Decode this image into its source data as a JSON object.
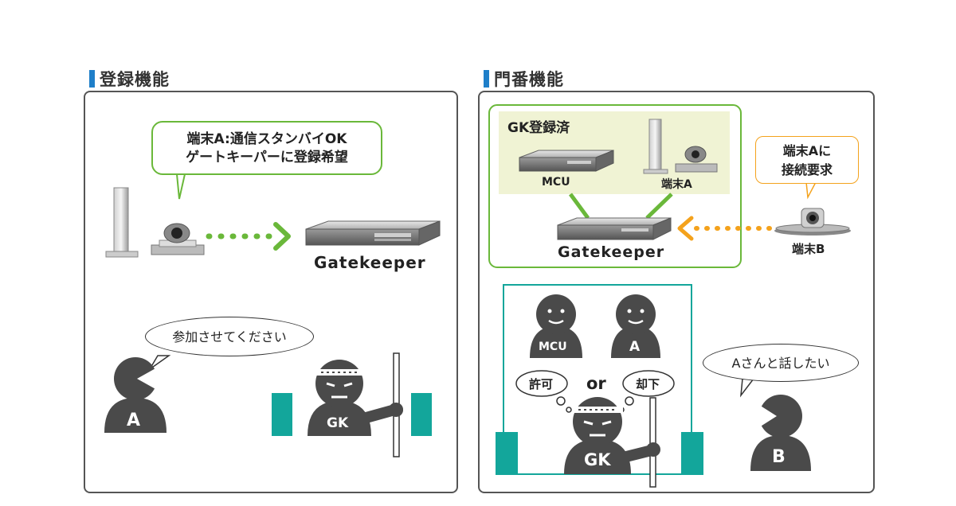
{
  "registration": {
    "title": "登録機能",
    "bubble_line1": "端末A:通信スタンバイOK",
    "bubble_line2": "ゲートキーパーに登録希望",
    "gatekeeper_label": "Gatekeeper",
    "speech": "参加させてください",
    "person_a": "A",
    "guard": "GK"
  },
  "gatekeeping": {
    "title": "門番機能",
    "registered_label": "GK登録済",
    "mcu_label": "MCU",
    "terminal_a_label": "端末A",
    "gatekeeper_label": "Gatekeeper",
    "request_line1": "端末Aに",
    "request_line2": "接続要求",
    "terminal_b_label": "端末B",
    "person_mcu": "MCU",
    "person_a": "A",
    "allow": "許可",
    "or": "or",
    "reject": "却下",
    "guard": "GK",
    "speech_b": "Aさんと話したい",
    "person_b": "B"
  },
  "colors": {
    "accent_blue": "#1f7fc9",
    "arrow_green": "#6ab83a",
    "arrow_orange": "#f4a21c",
    "gate_teal": "#13a69b",
    "person_gray": "#4a4a4a"
  }
}
